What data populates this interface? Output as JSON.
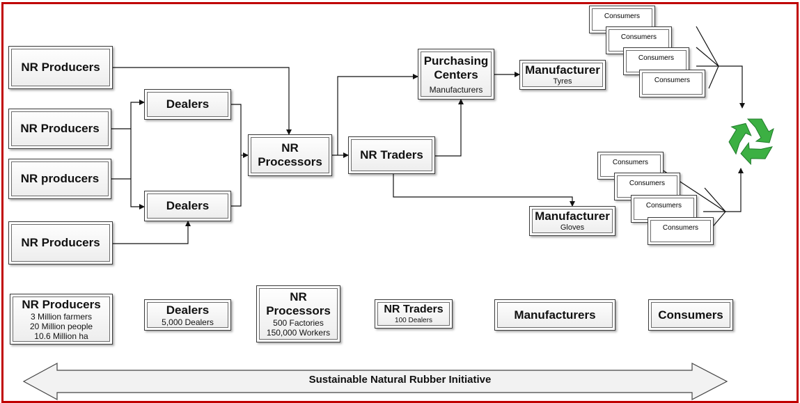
{
  "flow": {
    "producer_1": "NR Producers",
    "producer_2": "NR Producers",
    "producer_3": "NR producers",
    "producer_4": "NR Producers",
    "dealers_1": "Dealers",
    "dealers_2": "Dealers",
    "processors": "NR\nProcessors",
    "traders": "NR Traders",
    "purchasing_title": "Purchasing\nCenters",
    "purchasing_sub": "Manufacturers",
    "mfr_tyres_title": "Manufacturer",
    "mfr_tyres_sub": "Tyres",
    "mfr_gloves_title": "Manufacturer",
    "mfr_gloves_sub": "Gloves",
    "consumers_label": "Consumers"
  },
  "summary": {
    "producers_title": "NR Producers",
    "producers_line1": "3 Million farmers",
    "producers_line2": "20 Million people",
    "producers_line3": "10.6 Million ha",
    "dealers_title": "Dealers",
    "dealers_sub": "5,000 Dealers",
    "processors_title": "NR\nProcessors",
    "processors_line1": "500 Factories",
    "processors_line2": "150,000 Workers",
    "traders_title": "NR Traders",
    "traders_sub": "100 Dealers",
    "manufacturers_title": "Manufacturers",
    "consumers_title": "Consumers"
  },
  "banner": "Sustainable Natural Rubber Initiative",
  "icons": {
    "recycle": "recycle-icon"
  },
  "colors": {
    "frame": "#c00000",
    "recycle_green": "#3cb043"
  }
}
